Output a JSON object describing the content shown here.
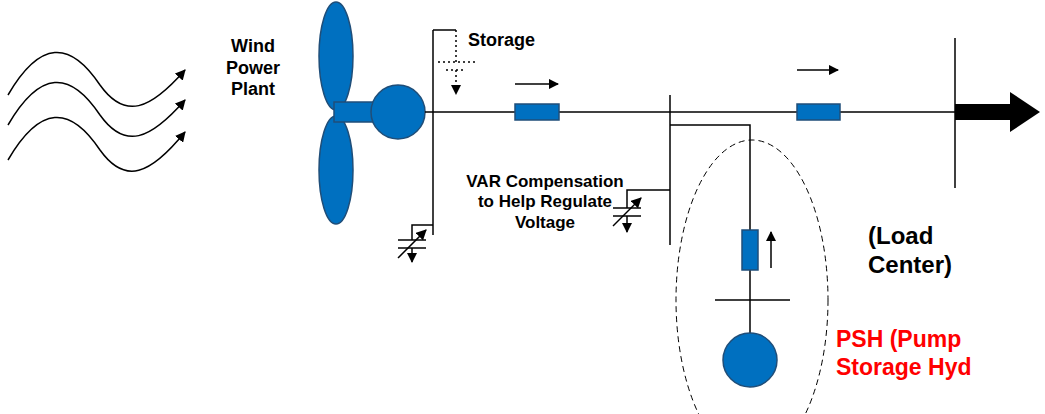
{
  "diagram": {
    "labels": [
      "Wind Power Plant",
      "Storage",
      "VAR Compensation to Help Regulate Voltage",
      "(Load Center)",
      "PSH (Pump Storage Hyd"
    ]
  }
}
